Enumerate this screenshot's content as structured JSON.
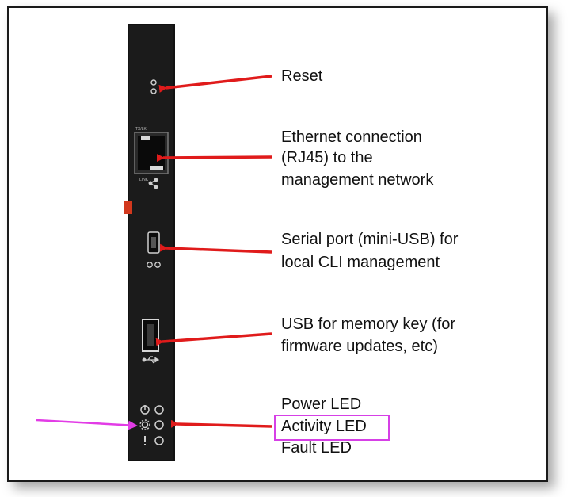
{
  "labels": {
    "reset": "Reset",
    "ethernet_1": "Ethernet connection",
    "ethernet_2": "(RJ45) to the",
    "ethernet_3": "management network",
    "serial_1": "Serial port (mini-USB) for",
    "serial_2": "local CLI management",
    "usb_1": "USB for memory key (for",
    "usb_2": "firmware updates, etc)",
    "power_led": "Power LED",
    "activity_led": "Activity LED",
    "fault_led": "Fault LED"
  },
  "colors": {
    "arrow": "#e01b1b",
    "highlight_arrow": "#e23ce6",
    "highlight_box": "#d640e6",
    "module": "#111111",
    "tab": "#d2381d"
  },
  "highlighted_item": "Activity LED"
}
